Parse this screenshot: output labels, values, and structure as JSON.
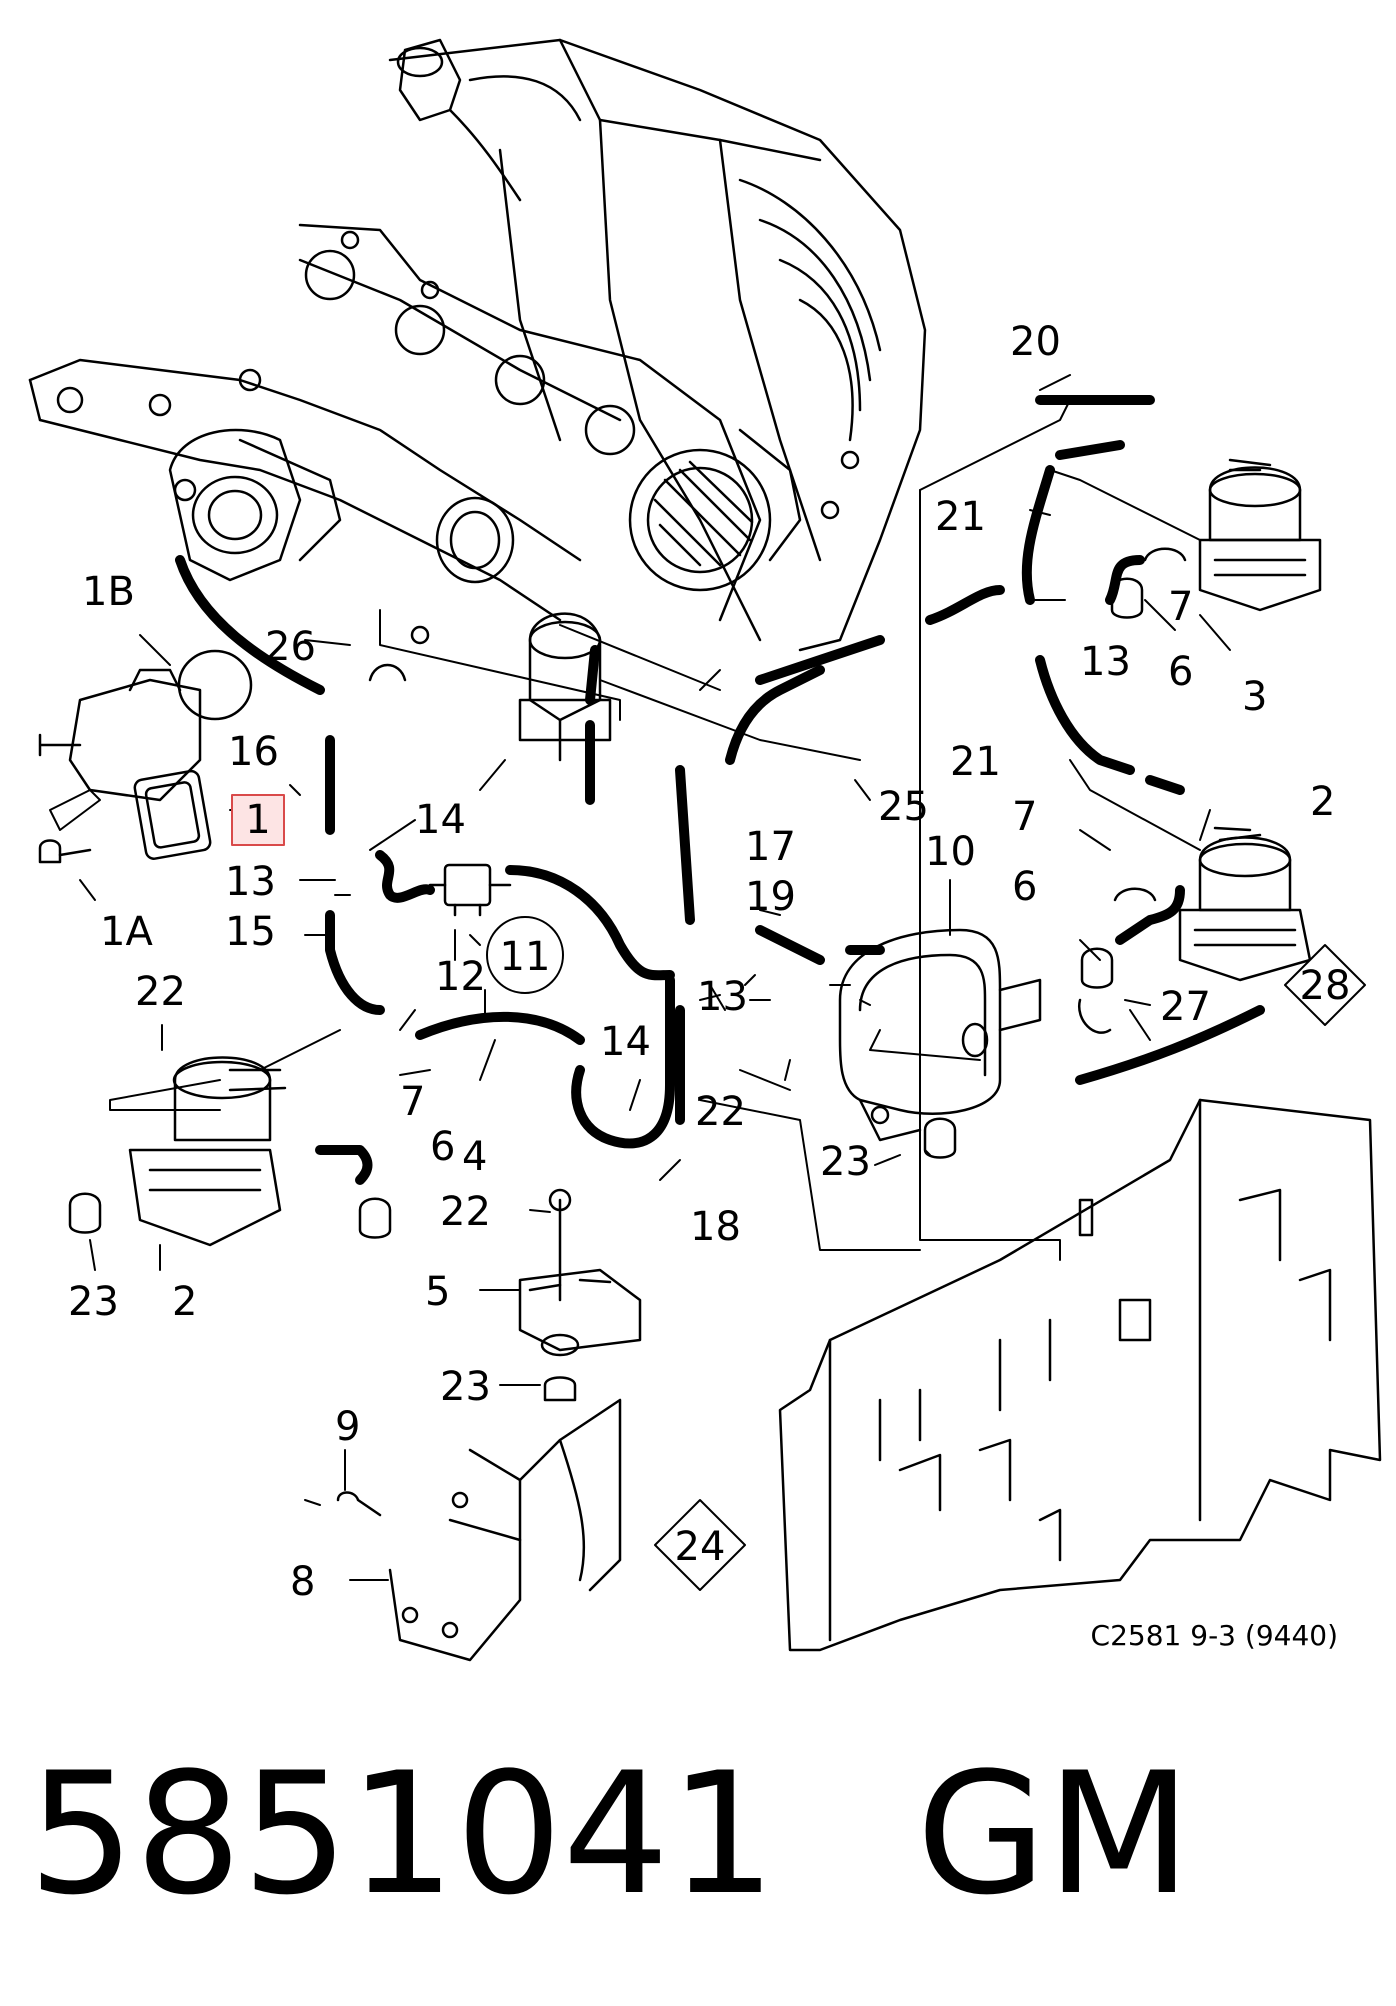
{
  "diagram": {
    "drawing_code": "C2581 9-3 (9440)",
    "highlighted_callout": "1",
    "callouts": {
      "c1": "1",
      "c1A": "1A",
      "c1B": "1B",
      "c2a": "2",
      "c2b": "2",
      "c3": "3",
      "c4": "4",
      "c5": "5",
      "c6a": "6",
      "c6b": "6",
      "c6c": "6",
      "c7a": "7",
      "c7b": "7",
      "c7c": "7",
      "c8": "8",
      "c9": "9",
      "c10": "10",
      "c11": "11",
      "c12": "12",
      "c13a": "13",
      "c13b": "13",
      "c13c": "13",
      "c14a": "14",
      "c14b": "14",
      "c15": "15",
      "c16": "16",
      "c17": "17",
      "c18": "18",
      "c19": "19",
      "c20": "20",
      "c21a": "21",
      "c21b": "21",
      "c22a": "22",
      "c22b": "22",
      "c22c": "22",
      "c23a": "23",
      "c23b": "23",
      "c23c": "23",
      "c24": "24",
      "c25": "25",
      "c26": "26",
      "c27": "27",
      "c28": "28"
    }
  },
  "footer": {
    "part_number": "5851041",
    "brand": "GM"
  }
}
